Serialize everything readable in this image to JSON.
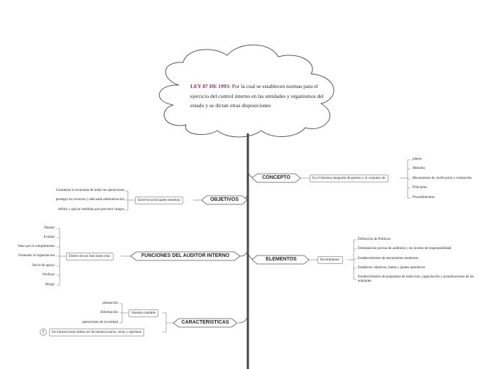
{
  "center": {
    "highlight": "LEY 87 DE 1993:",
    "text": " Por la cual se establecen normas para el ejercicio del control interno en las entidades y organismos del estado y se dictan otras disposiciones"
  },
  "concepto": {
    "label": "CONCEPTO",
    "sub": "Es el Sistema integrado de gestion y el conjunto de:",
    "items": [
      "planes",
      "Métodos",
      "Mecanismos de verificación y evaluación",
      "Principios",
      "Procedimientos"
    ]
  },
  "objetivos": {
    "label": "OBJETIVOS",
    "sub": "Entre los principales tenemos:",
    "items": [
      "Garantizar la economía  de todas las operaciones",
      "proteger los recursos y adecuada administración",
      "definir y aplicar medidas para prevenir riesgos"
    ]
  },
  "funciones": {
    "label": "FUNCIONES DEL AUDITOR INTERNO",
    "sub": "Dentro de sus funciones esta:",
    "items": [
      "Planear",
      "Evaluar",
      "Velar por el cumplimiento",
      "Fomentar la organizacion",
      "Servir de apoyo",
      "Verificar",
      "Dirigir"
    ]
  },
  "elementos": {
    "label": "ELEMENTOS",
    "sub": "Encontramos:",
    "items": [
      "Definición de Políticas",
      "Delimitación precisa de auditoria  y los niveles de responsabilidad",
      "Establecimiento de mecanismos modernos",
      "Establecer objetivos, metas y planes operativos",
      "Establecimiento de programas de inducción, capacitación y actualizaciones de las entidades"
    ]
  },
  "caracteristicas": {
    "label": "CARACTERISTICAS",
    "sub": "Sistema contable",
    "items": [
      "planeación",
      "Información",
      "operaciones de la entidad"
    ],
    "extra": "las transacciones deben ser de manera exacta, veraz y oportuna",
    "badge": "2"
  }
}
